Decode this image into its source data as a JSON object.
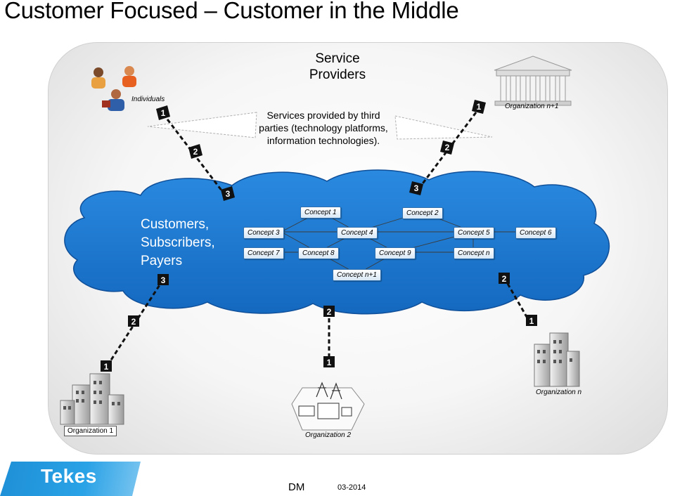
{
  "title": "Customer Focused – Customer in the Middle",
  "service_providers": {
    "title_line1": "Service",
    "title_line2": "Providers",
    "description": "Services provided by third parties (technology platforms, information technologies)."
  },
  "individuals_label": "Individuals",
  "customers_label_lines": [
    "Customers,",
    "Subscribers,",
    "Payers"
  ],
  "concepts": {
    "c1": "Concept 1",
    "c2": "Concept 2",
    "c3": "Concept 3",
    "c4": "Concept 4",
    "c5": "Concept 5",
    "c6": "Concept 6",
    "c7": "Concept 7",
    "c8": "Concept 8",
    "c9": "Concept 9",
    "cn": "Concept n",
    "cn1": "Concept n+1"
  },
  "organizations": {
    "org1": "Organization 1",
    "org2": "Organization 2",
    "orgn": "Organization n",
    "orgn1": "Organization n+1"
  },
  "chain_numbers": [
    "1",
    "2",
    "3"
  ],
  "footer": {
    "logo_text": "Tekes",
    "author": "DM",
    "date": "03-2014"
  },
  "colors": {
    "cloud": "#1b78d0",
    "concept_border": "#2f6fae",
    "tekes_blue": "#1e8fd6"
  }
}
